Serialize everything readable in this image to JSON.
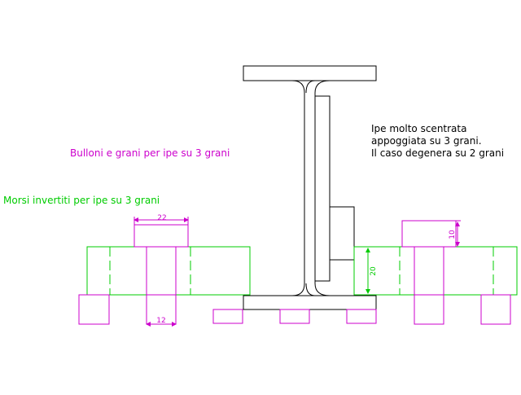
{
  "notes": {
    "bolts_label": "Bulloni e grani per ipe su 3 grani",
    "clamps_label": "Morsi invertiti per ipe su 3 grani",
    "offset_note": {
      "line1": "Ipe molto scentrata",
      "line2": "appoggiata su 3 grani.",
      "line3": "Il caso degenera su 2 grani"
    }
  },
  "dimensions": {
    "top_width": "22",
    "slot_width": "12",
    "block_height": "20",
    "step_height": "10"
  },
  "colors": {
    "beam": "#000000",
    "clamp": "#00cc00",
    "bolt": "#cc00cc",
    "dimension": "#00cc00",
    "dimension_alt": "#cc00cc",
    "background": "#ffffff"
  }
}
